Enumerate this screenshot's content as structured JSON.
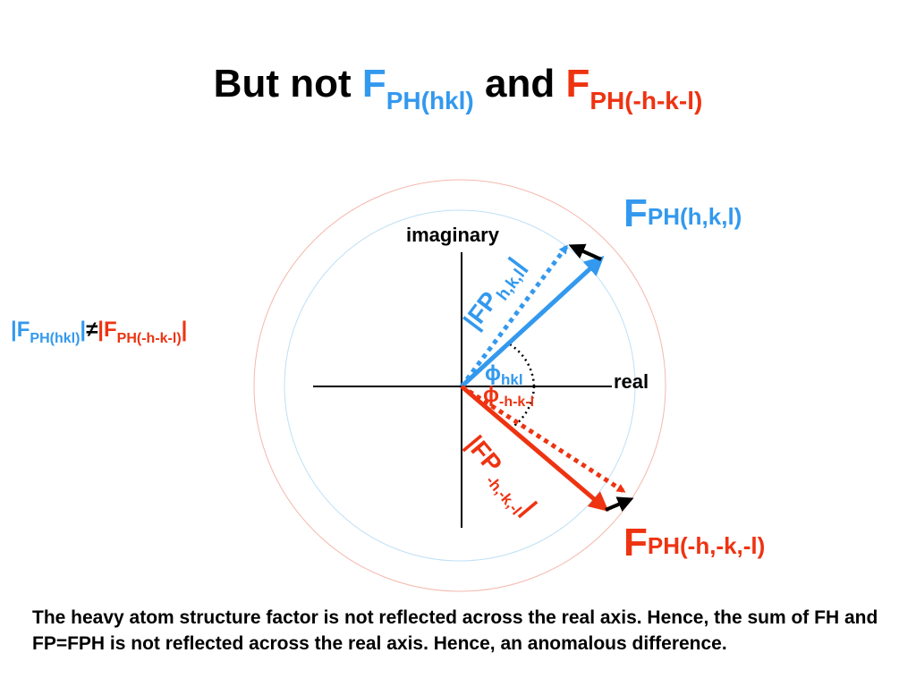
{
  "title": {
    "prefix": "But not",
    "f1_letter": "F",
    "f1_sub": "PH(hkl)",
    "joiner": "and",
    "f2_letter": "F",
    "f2_sub": "PH(-h-k-l)"
  },
  "inequality": {
    "bar_open1": "|",
    "f1_letter": "F",
    "f1_sub": "PH(hkl)",
    "bar_close1": "|",
    "neq": "≠",
    "bar_open2": "|",
    "f2_letter": "F",
    "f2_sub": "PH(-h-k-l)",
    "bar_close2": "|"
  },
  "axes": {
    "imaginary_label": "imaginary",
    "real_label": "real"
  },
  "vectors": {
    "fph_pos_letter": "F",
    "fph_pos_sub": "PH(h,k,l)",
    "fph_neg_letter": "F",
    "fph_neg_sub": "PH(-h,-k,-l)",
    "fp_pos_main": "|FP",
    "fp_pos_sub": "h,k,l",
    "fp_pos_bar": "|",
    "fp_neg_main": "|FP",
    "fp_neg_sub": "-h,-k,-l",
    "fp_neg_bar": "|"
  },
  "angles": {
    "phi_symbol": "ϕ",
    "phi_pos_sub": "hkl",
    "phi_neg_sub": "-h-k-l"
  },
  "caption": "The heavy atom structure factor is not reflected across the real axis.  Hence, the sum of FH and FP=FPH is not reflected across the real axis. Hence, an anomalous difference.",
  "colors": {
    "blue": "#3399ee",
    "red": "#ee3311",
    "black": "#000000",
    "outer_circle": "#f4b8ac",
    "inner_circle": "#bfe0f6"
  }
}
